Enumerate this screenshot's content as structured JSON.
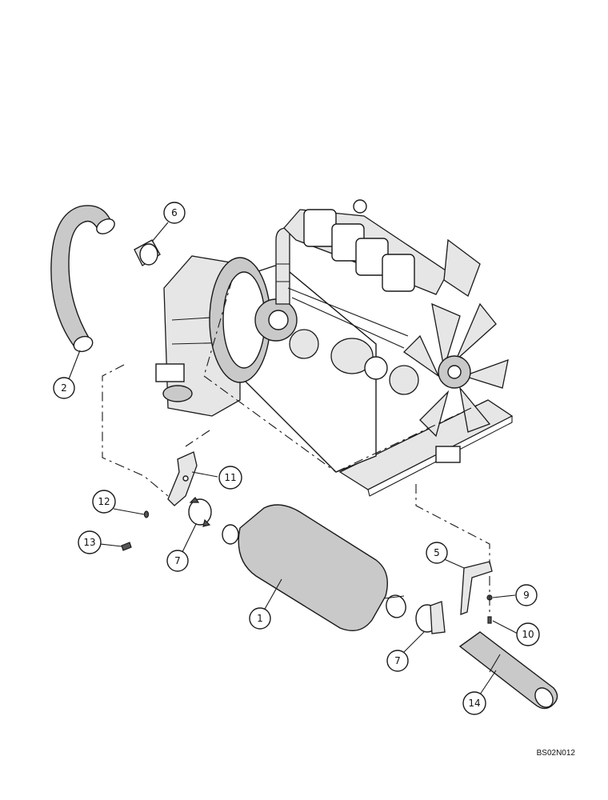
{
  "callouts": [
    {
      "id": "c6",
      "label": "6"
    },
    {
      "id": "c2",
      "label": "2"
    },
    {
      "id": "c11",
      "label": "11"
    },
    {
      "id": "c12",
      "label": "12"
    },
    {
      "id": "c13",
      "label": "13"
    },
    {
      "id": "c7a",
      "label": "7"
    },
    {
      "id": "c5",
      "label": "5"
    },
    {
      "id": "c9",
      "label": "9"
    },
    {
      "id": "c10",
      "label": "10"
    },
    {
      "id": "c1",
      "label": "1"
    },
    {
      "id": "c7b",
      "label": "7"
    },
    {
      "id": "c14",
      "label": "14"
    }
  ],
  "drawing_code": "BS02N012"
}
